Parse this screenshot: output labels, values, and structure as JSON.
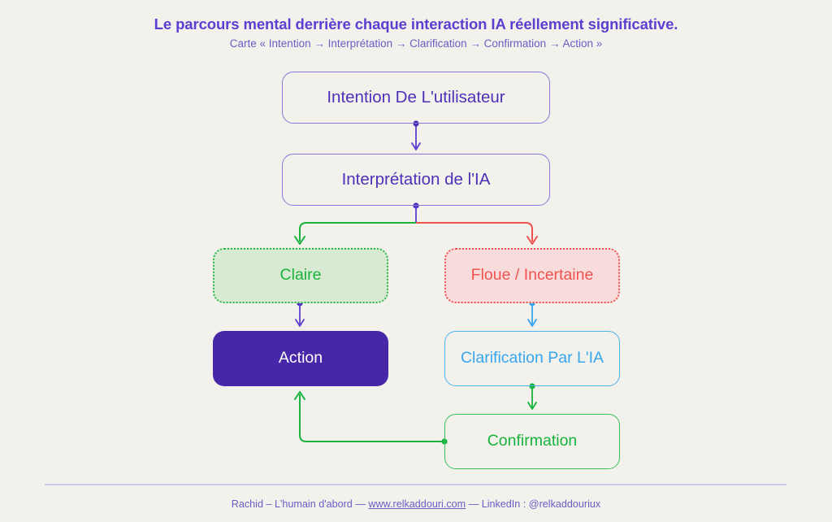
{
  "header": {
    "title": "Le parcours mental derrière chaque interaction IA réellement significative.",
    "subtitle": "Carte « Intention → Interprétation → Clarification → Confirmation → Action »"
  },
  "colors": {
    "background": "#f2f1ec",
    "title_purple": "#5b3fd0",
    "subtitle_purple": "#6b5cc4",
    "node_purple_border": "#8a77d8",
    "node_purple_text": "#4b32b8",
    "action_fill": "#4527a8",
    "green": "#18b33c",
    "green_fill": "#d9ead3",
    "red": "#f0534f",
    "red_fill": "#f8dcdc",
    "blue": "#36a6ef",
    "divider": "#cfc9e8"
  },
  "diagram": {
    "type": "flowchart",
    "nodes": [
      {
        "id": "intention",
        "label": "Intention De L'utilisateur",
        "style": "outline-purple"
      },
      {
        "id": "interpretation",
        "label": "Interprétation de l'IA",
        "style": "outline-purple"
      },
      {
        "id": "claire",
        "label": "Claire",
        "style": "dotted-green-filled"
      },
      {
        "id": "floue",
        "label": "Floue / Incertaine",
        "style": "dotted-red-filled"
      },
      {
        "id": "action",
        "label": "Action",
        "style": "solid-purple"
      },
      {
        "id": "clarification",
        "label": "Clarification Par L'IA",
        "style": "outline-blue"
      },
      {
        "id": "confirmation",
        "label": "Confirmation",
        "style": "outline-green"
      }
    ],
    "edges": [
      {
        "from": "intention",
        "to": "interpretation",
        "color": "#5b3fd0"
      },
      {
        "from": "interpretation",
        "to": "claire",
        "color": "#18b33c"
      },
      {
        "from": "interpretation",
        "to": "floue",
        "color": "#f0534f"
      },
      {
        "from": "claire",
        "to": "action",
        "color": "#5b3fd0"
      },
      {
        "from": "floue",
        "to": "clarification",
        "color": "#36a6ef"
      },
      {
        "from": "clarification",
        "to": "confirmation",
        "color": "#18b33c"
      },
      {
        "from": "confirmation",
        "to": "action",
        "color": "#18b33c"
      }
    ]
  },
  "footer": {
    "author": "Rachid – L'humain d'abord — ",
    "link": "www.relkaddouri.com",
    "social": " — LinkedIn : @relkaddouriux"
  }
}
